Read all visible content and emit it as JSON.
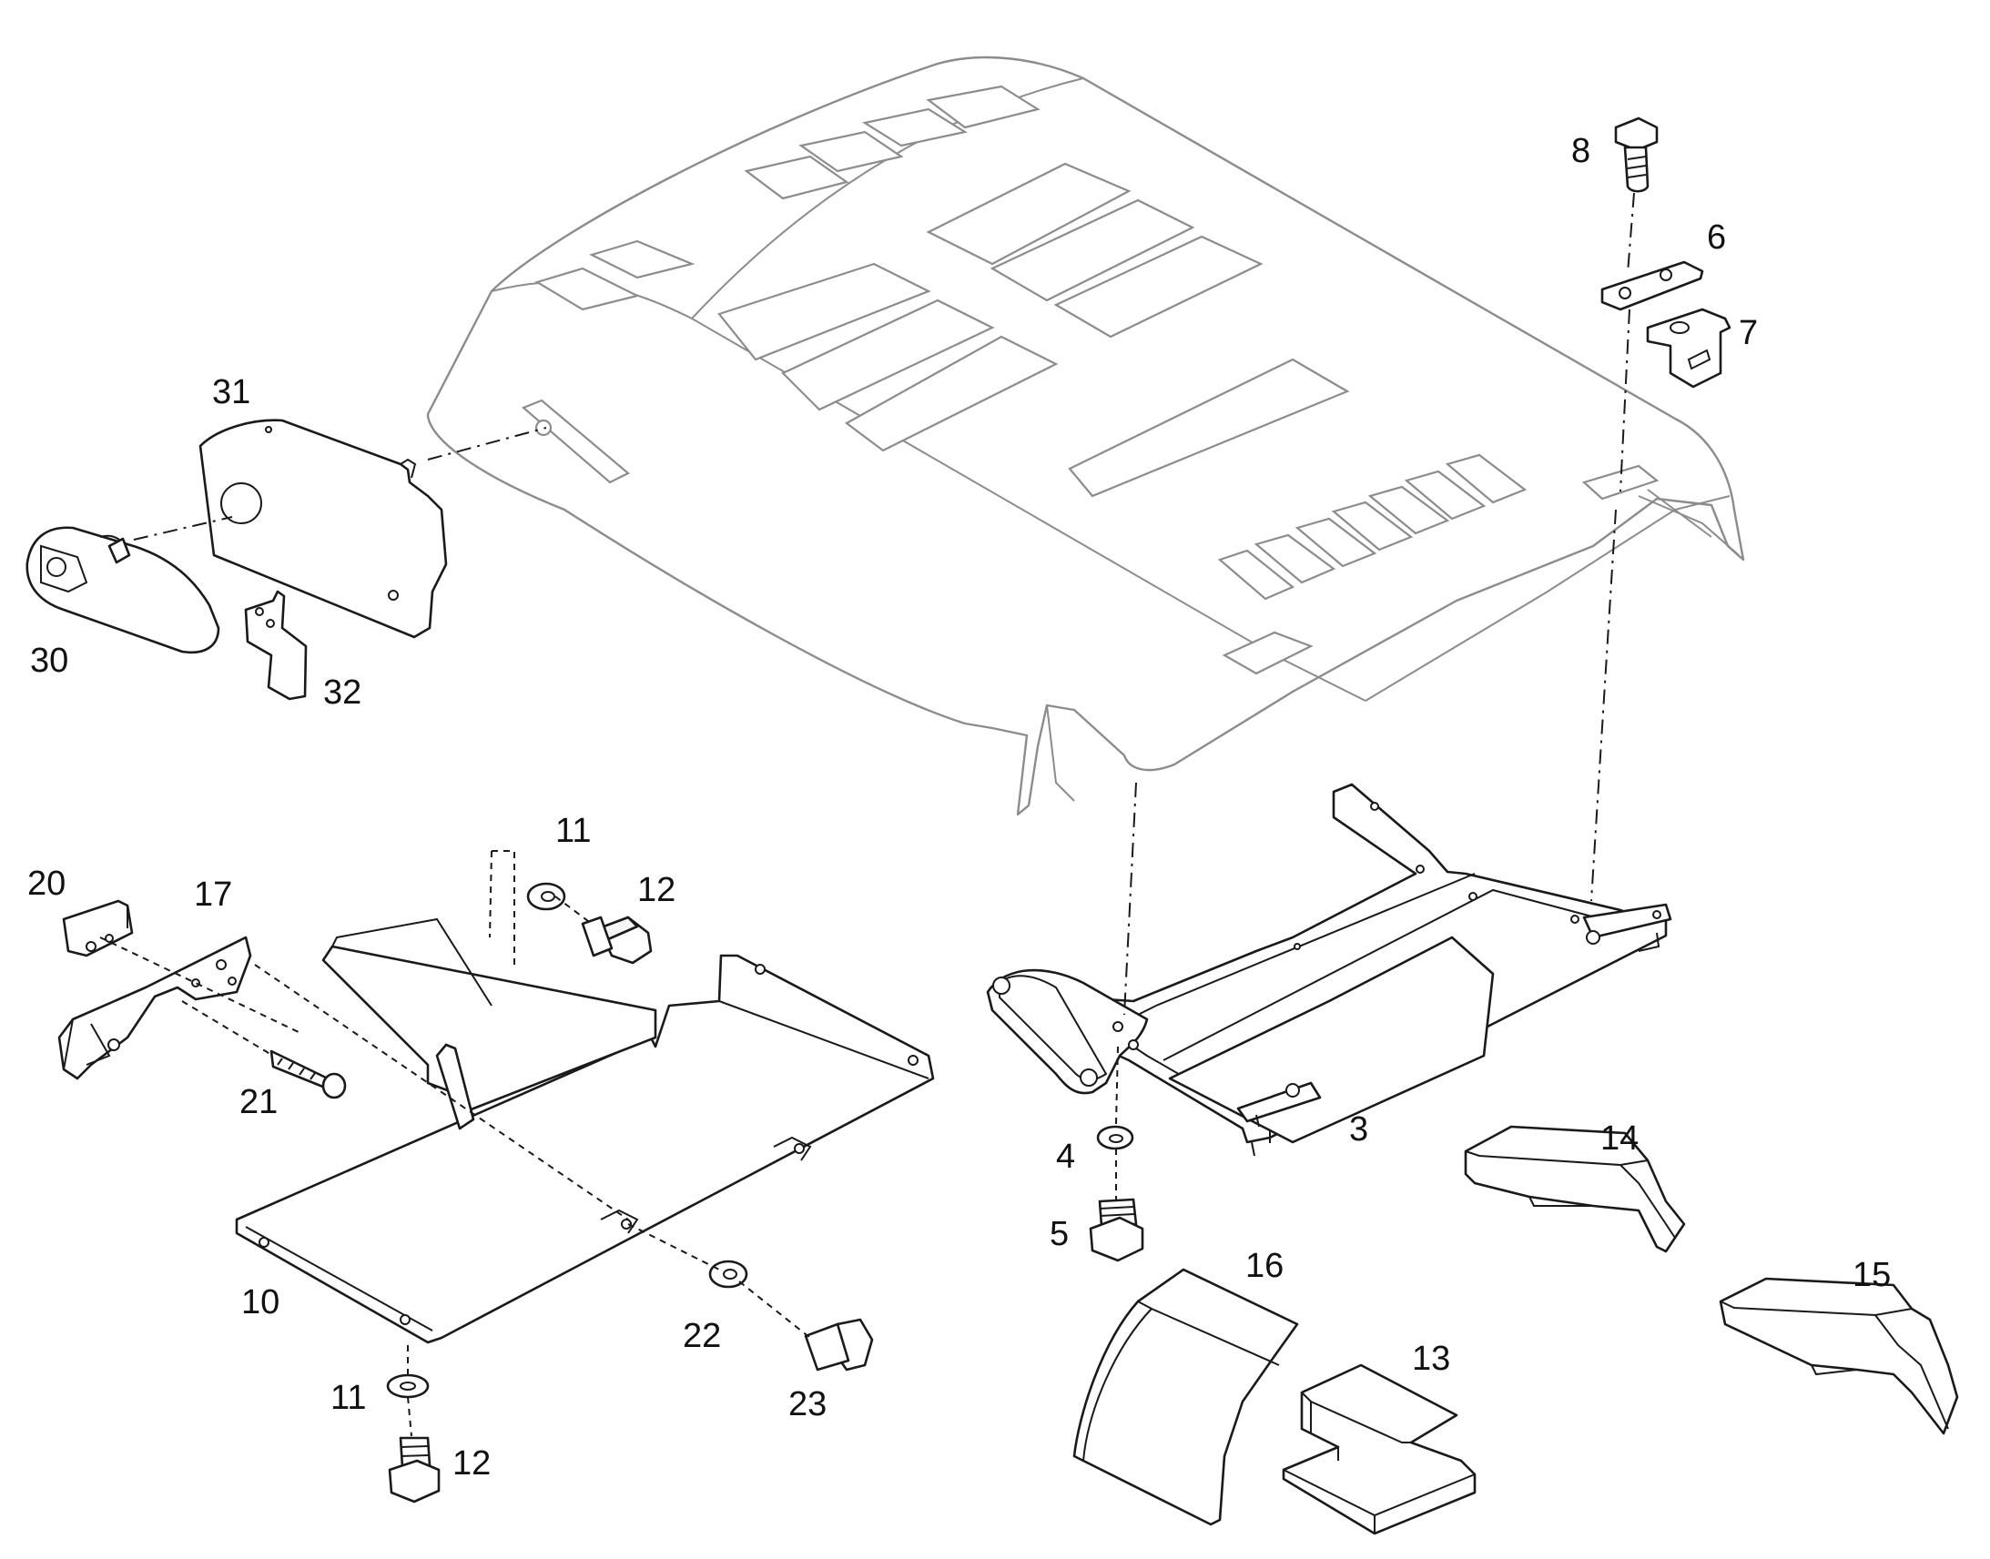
{
  "diagram": {
    "callouts": {
      "c3": "3",
      "c4": "4",
      "c5": "5",
      "c6": "6",
      "c7": "7",
      "c8": "8",
      "c10": "10",
      "c11a": "11",
      "c11b": "11",
      "c12a": "12",
      "c12b": "12",
      "c13": "13",
      "c14": "14",
      "c15": "15",
      "c16": "16",
      "c17": "17",
      "c20": "20",
      "c21": "21",
      "c22": "22",
      "c23": "23",
      "c30": "30",
      "c31": "31",
      "c32": "32"
    }
  }
}
